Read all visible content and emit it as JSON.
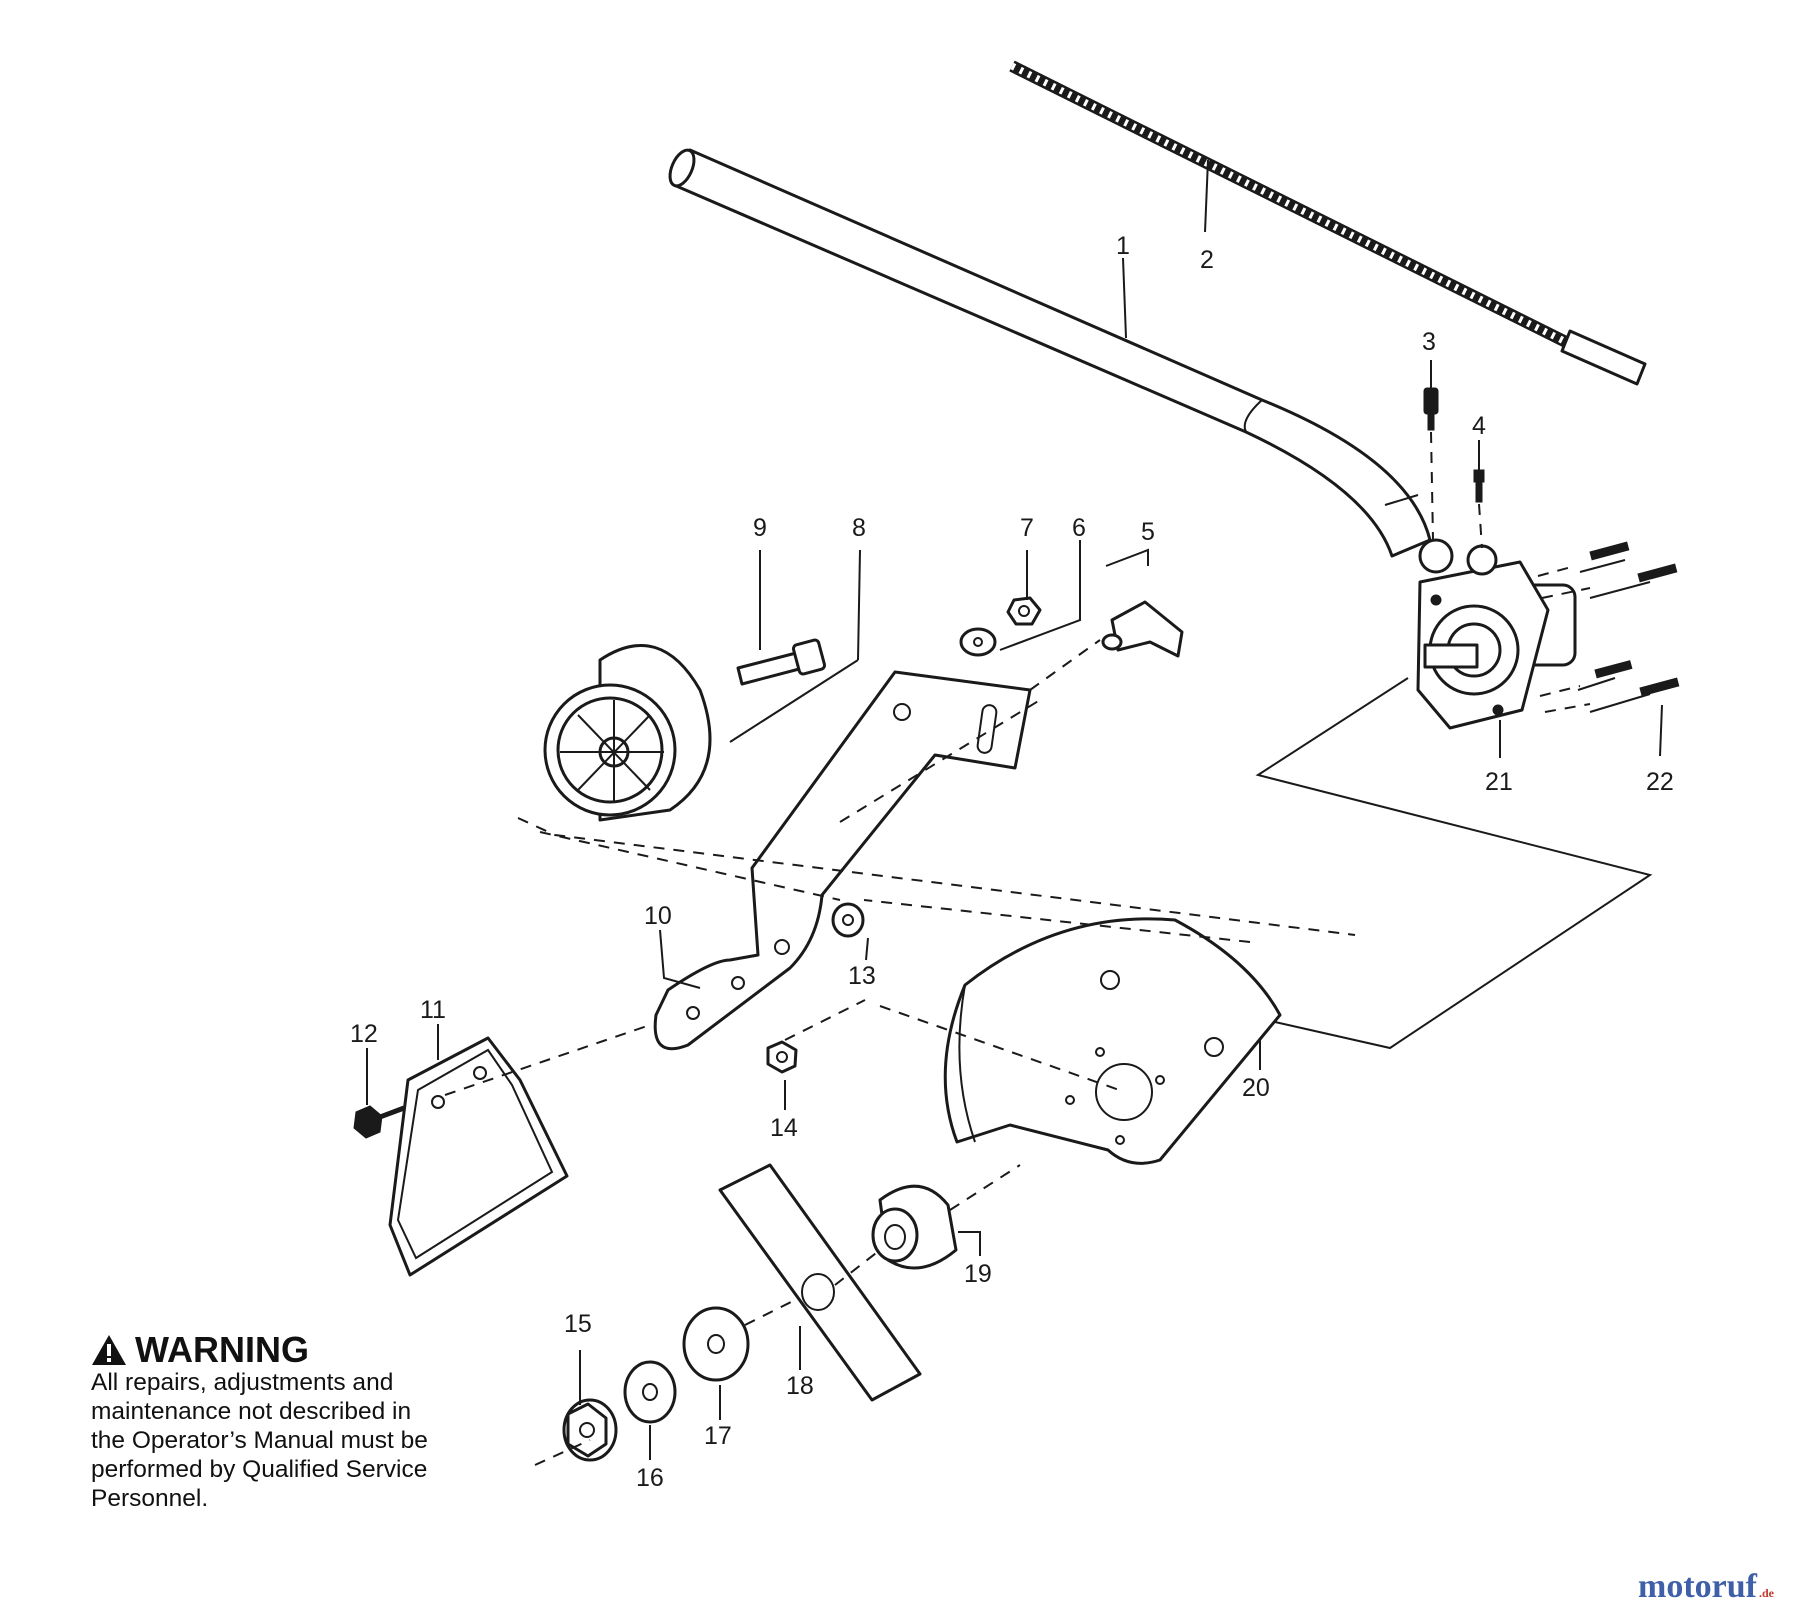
{
  "callouts": [
    {
      "id": "1",
      "label": "1"
    },
    {
      "id": "2",
      "label": "2"
    },
    {
      "id": "3",
      "label": "3"
    },
    {
      "id": "4",
      "label": "4"
    },
    {
      "id": "5",
      "label": "5"
    },
    {
      "id": "6",
      "label": "6"
    },
    {
      "id": "7",
      "label": "7"
    },
    {
      "id": "8",
      "label": "8"
    },
    {
      "id": "9",
      "label": "9"
    },
    {
      "id": "10",
      "label": "10"
    },
    {
      "id": "11",
      "label": "11"
    },
    {
      "id": "12",
      "label": "12"
    },
    {
      "id": "13",
      "label": "13"
    },
    {
      "id": "14",
      "label": "14"
    },
    {
      "id": "15",
      "label": "15"
    },
    {
      "id": "16",
      "label": "16"
    },
    {
      "id": "17",
      "label": "17"
    },
    {
      "id": "18",
      "label": "18"
    },
    {
      "id": "19",
      "label": "19"
    },
    {
      "id": "20",
      "label": "20"
    },
    {
      "id": "21",
      "label": "21"
    },
    {
      "id": "22",
      "label": "22"
    }
  ],
  "warning": {
    "title": "WARNING",
    "lines": [
      "All repairs, adjustments and",
      "maintenance not described in",
      "the Operator’s Manual must be",
      "performed by Qualified Service",
      "Personnel."
    ]
  },
  "watermark": {
    "brand": "motoruf",
    "suffix": ".de",
    "color": "#3f5fa8"
  }
}
